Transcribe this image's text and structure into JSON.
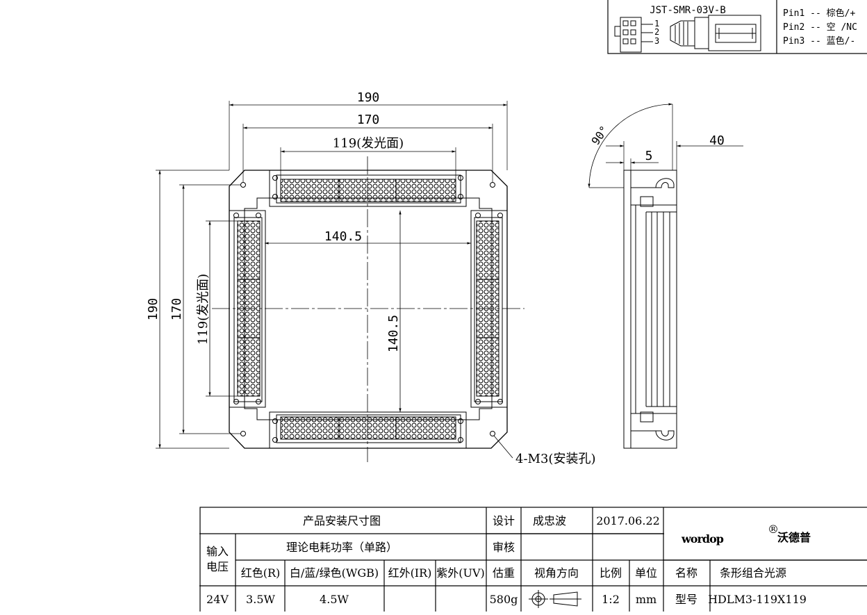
{
  "connector": {
    "model": "JST-SMR-03V-B",
    "pin_numbers": [
      "1",
      "2",
      "3"
    ],
    "pins": [
      "Pin1 -- 棕色/+",
      "Pin2 -- 空 /NC",
      "Pin3 -- 蓝色/-"
    ]
  },
  "front_view": {
    "dim_outer_width": "190",
    "dim_hole_width": "170",
    "dim_emit_width": "119(发光面)",
    "dim_inner_width": "140.5",
    "dim_outer_height": "190",
    "dim_hole_height": "170",
    "dim_emit_height": "119(发光面)",
    "dim_inner_height": "140.5",
    "mount_hole_note": "4-M3(安装孔)"
  },
  "side_view": {
    "angle": "90°",
    "dim_depth": "40",
    "dim_flange": "5"
  },
  "title_block": {
    "drawing_title": "产品安装尺寸图",
    "design_label": "设计",
    "designer": "成忠波",
    "date": "2017.06.22",
    "brand_logo": "wordop沃德普",
    "review_label": "审核",
    "input_voltage_label": "输入\n电压",
    "power_header": "理论电耗功率（单路）",
    "col_red": "红色(R)",
    "col_wgb": "白/蓝/绿色(WGB)",
    "col_ir": "红外(IR)",
    "col_uv": "紫外(UV)",
    "weight_label": "估重",
    "view_dir_label": "视角方向",
    "scale_label": "比例",
    "unit_label": "单位",
    "name_label": "名称",
    "product_name": "条形组合光源",
    "voltage": "24V",
    "power_red": "3.5W",
    "power_wgb": "4.5W",
    "power_ir": "",
    "power_uv": "",
    "weight": "580g",
    "scale": "1:2",
    "unit": "mm",
    "model_label": "型号",
    "model": "HDLM3-119X119"
  }
}
